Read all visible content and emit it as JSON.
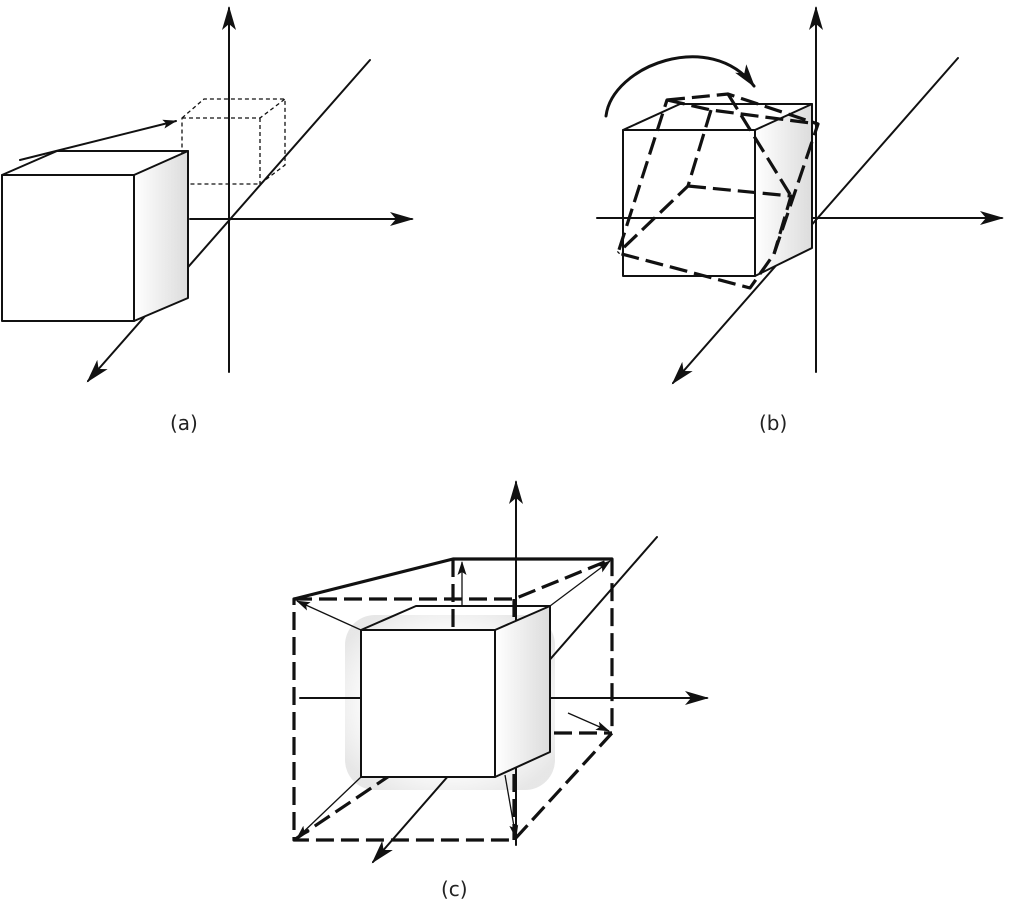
{
  "panels": [
    {
      "id": "a",
      "caption": "(a)"
    },
    {
      "id": "b",
      "caption": "(b)"
    },
    {
      "id": "c",
      "caption": "(c)"
    }
  ],
  "colors": {
    "stroke": "#111111",
    "background": "#ffffff",
    "face_shade": "#e6e6e6"
  }
}
